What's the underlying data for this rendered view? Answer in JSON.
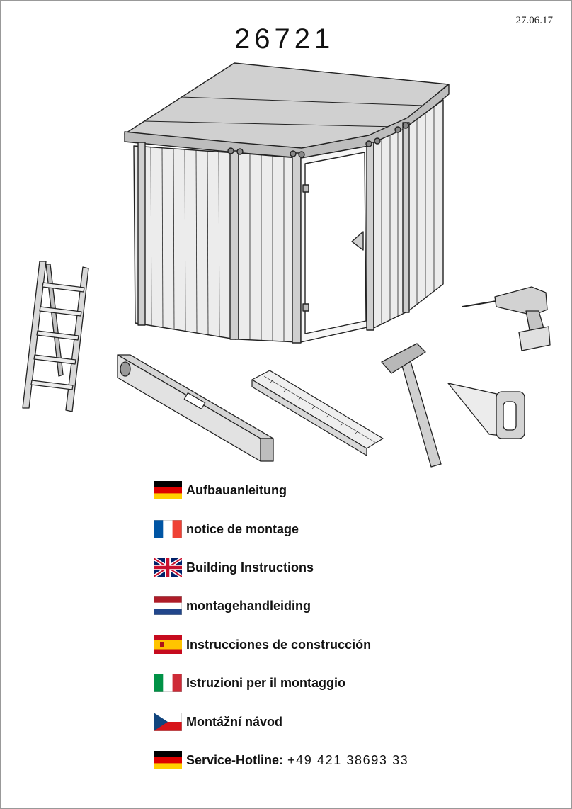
{
  "header": {
    "date": "27.06.17",
    "model_number": "26721"
  },
  "languages": [
    {
      "flag": "germany-flag",
      "text": "Aufbauanleitung"
    },
    {
      "flag": "france-flag",
      "text": "notice de montage"
    },
    {
      "flag": "uk-flag",
      "text": "Building Instructions"
    },
    {
      "flag": "netherlands-flag",
      "text": "montagehandleiding"
    },
    {
      "flag": "spain-flag",
      "text": "Instrucciones de construcción"
    },
    {
      "flag": "italy-flag",
      "text": "Istruzioni per il montaggio"
    },
    {
      "flag": "czech-flag",
      "text": "Montážní návod"
    }
  ],
  "hotline": {
    "flag": "germany-flag",
    "label": "Service-Hotline:",
    "number": "+49 421 38693 33"
  },
  "colors": {
    "shed_fill": "#ececec",
    "roof_fill": "#cfcfcf",
    "line": "#222222",
    "tool_fill": "#d2d2d2"
  }
}
